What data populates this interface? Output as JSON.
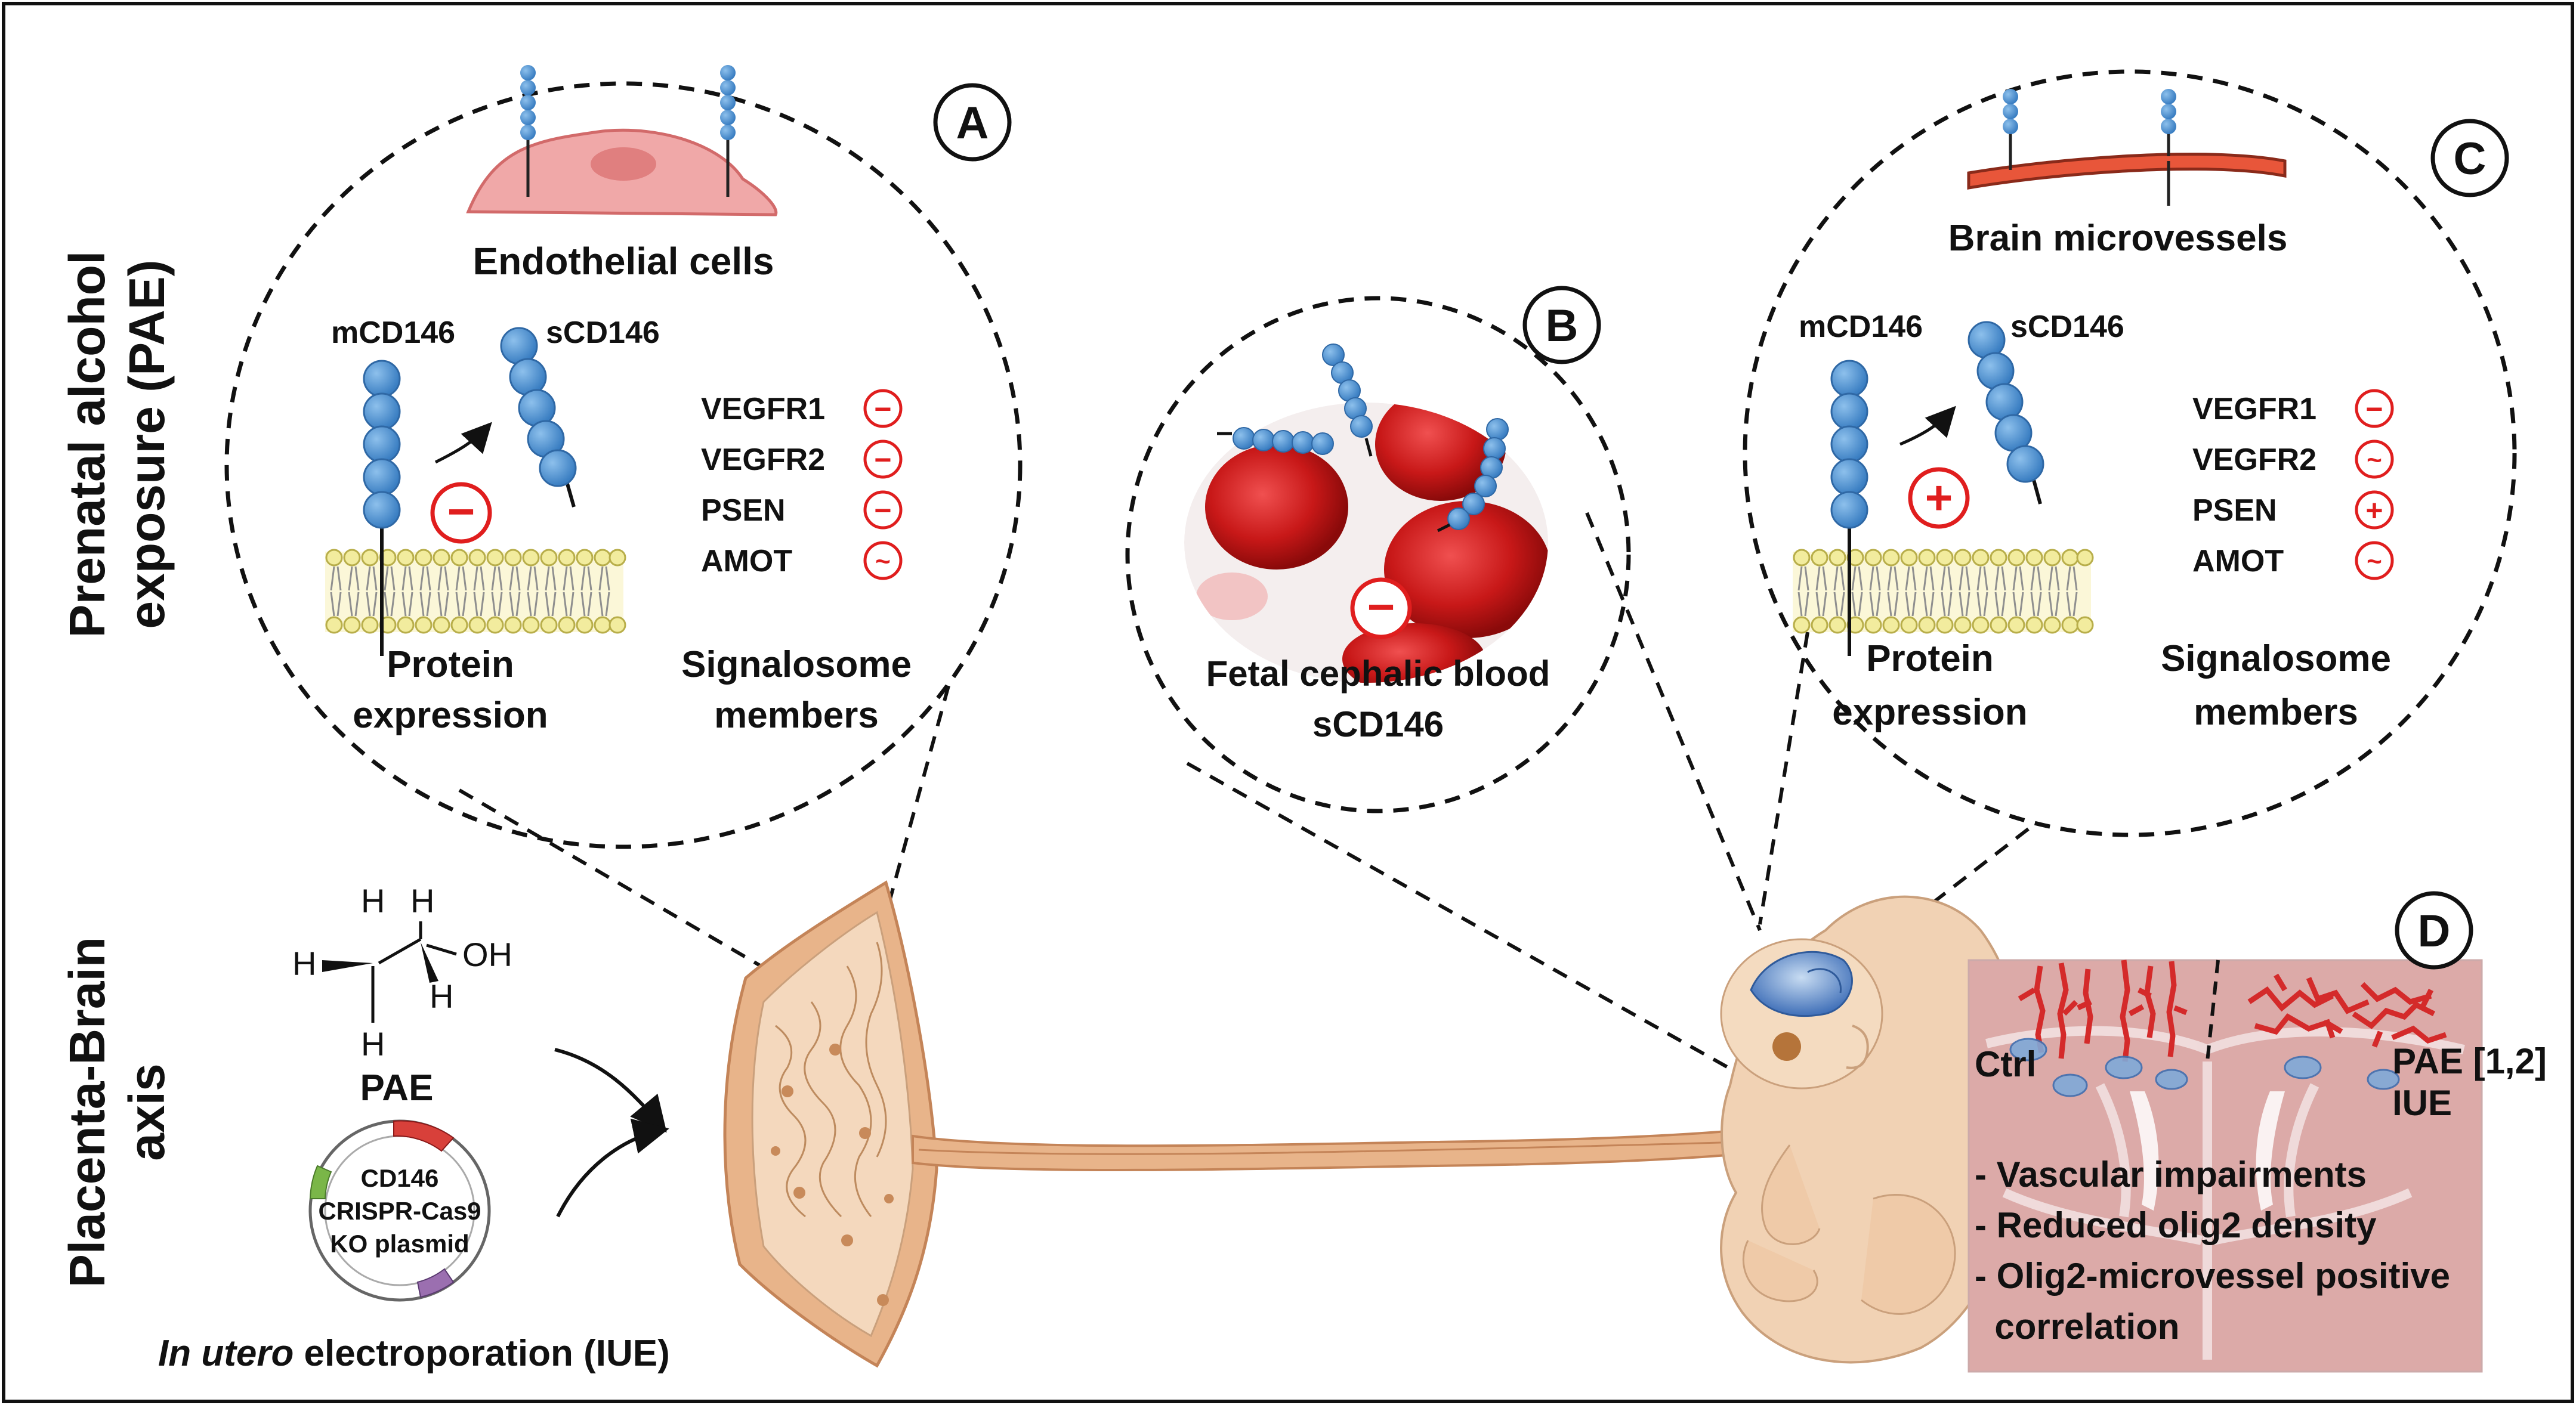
{
  "side_labels": {
    "top_line1": "Prenatal alcohol",
    "top_line2": "exposure (PAE)",
    "bottom_line1": "Placenta-Brain",
    "bottom_line2": "axis"
  },
  "panels": {
    "A": {
      "letter": "A",
      "cell_label": "Endothelial cells",
      "membrane_form": "mCD146",
      "soluble_form": "sCD146",
      "change_symbol": "−",
      "protein_label_1": "Protein",
      "protein_label_2": "expression",
      "signalosome_label_1": "Signalosome",
      "signalosome_label_2": "members",
      "members": [
        {
          "name": "VEGFR1",
          "sign": "−"
        },
        {
          "name": "VEGFR2",
          "sign": "−"
        },
        {
          "name": "PSEN",
          "sign": "−"
        },
        {
          "name": "AMOT",
          "sign": "~"
        }
      ]
    },
    "B": {
      "letter": "B",
      "change_symbol": "−",
      "label_1": "Fetal cephalic blood",
      "label_2": "sCD146"
    },
    "C": {
      "letter": "C",
      "cell_label": "Brain microvessels",
      "membrane_form": "mCD146",
      "soluble_form": "sCD146",
      "change_symbol": "+",
      "protein_label_1": "Protein",
      "protein_label_2": "expression",
      "signalosome_label_1": "Signalosome",
      "signalosome_label_2": "members",
      "members": [
        {
          "name": "VEGFR1",
          "sign": "−"
        },
        {
          "name": "VEGFR2",
          "sign": "~"
        },
        {
          "name": "PSEN",
          "sign": "+"
        },
        {
          "name": "AMOT",
          "sign": "~"
        }
      ]
    },
    "D": {
      "letter": "D",
      "ctrl_label": "Ctrl",
      "pae_label": "PAE [1,2]",
      "iue_label": "IUE",
      "findings": [
        "- Vascular impairments",
        "- Reduced olig2 density",
        "- Olig2-microvessel positive",
        "  correlation"
      ]
    }
  },
  "ethanol": {
    "atoms": [
      "H",
      "H",
      "H",
      "H",
      "H",
      "OH"
    ],
    "label": "PAE"
  },
  "plasmid": {
    "line1": "CD146",
    "line2": "CRISPR-Cas9",
    "line3": "KO plasmid"
  },
  "iue": {
    "italic_part": "In utero",
    "rest": " electroporation (IUE)"
  },
  "colors": {
    "sign_red": "#e01e1e",
    "cd146_blue": "#4a8fd0",
    "placenta": "#e6b48c",
    "fetus": "#f1d2b4",
    "brain_section": "#dcaaa8",
    "vessel_red": "#d42a2a",
    "endothelial_pink": "#f0a8a8"
  }
}
